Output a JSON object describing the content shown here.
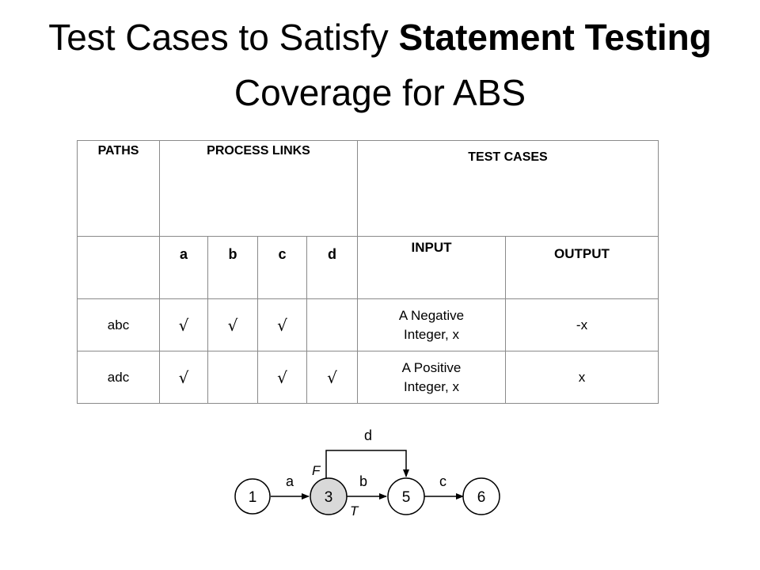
{
  "title": {
    "part1": "Test Cases to Satisfy ",
    "part2": "Statement Testing",
    "part3": " Coverage for ABS"
  },
  "table": {
    "headers": {
      "paths": "PATHS",
      "process_links": "PROCESS LINKS",
      "test_cases": "TEST CASES"
    },
    "links": [
      "a",
      "b",
      "c",
      "d"
    ],
    "input_label": "INPUT",
    "output_label": "OUTPUT",
    "rows": [
      {
        "path": "abc",
        "checks": [
          "√",
          "√",
          "√",
          ""
        ],
        "input": "A Negative Integer, x",
        "output": "-x"
      },
      {
        "path": "adc",
        "checks": [
          "√",
          "",
          "√",
          "√"
        ],
        "input": "A Positive Integer, x",
        "output": "x"
      }
    ]
  },
  "graph": {
    "nodes": [
      "1",
      "3",
      "5",
      "6"
    ],
    "edges": {
      "a": "a",
      "b": "b",
      "c": "c",
      "d": "d"
    },
    "branch_labels": {
      "false": "F",
      "true": "T"
    },
    "highlight_fill": "#d9d9d9"
  }
}
